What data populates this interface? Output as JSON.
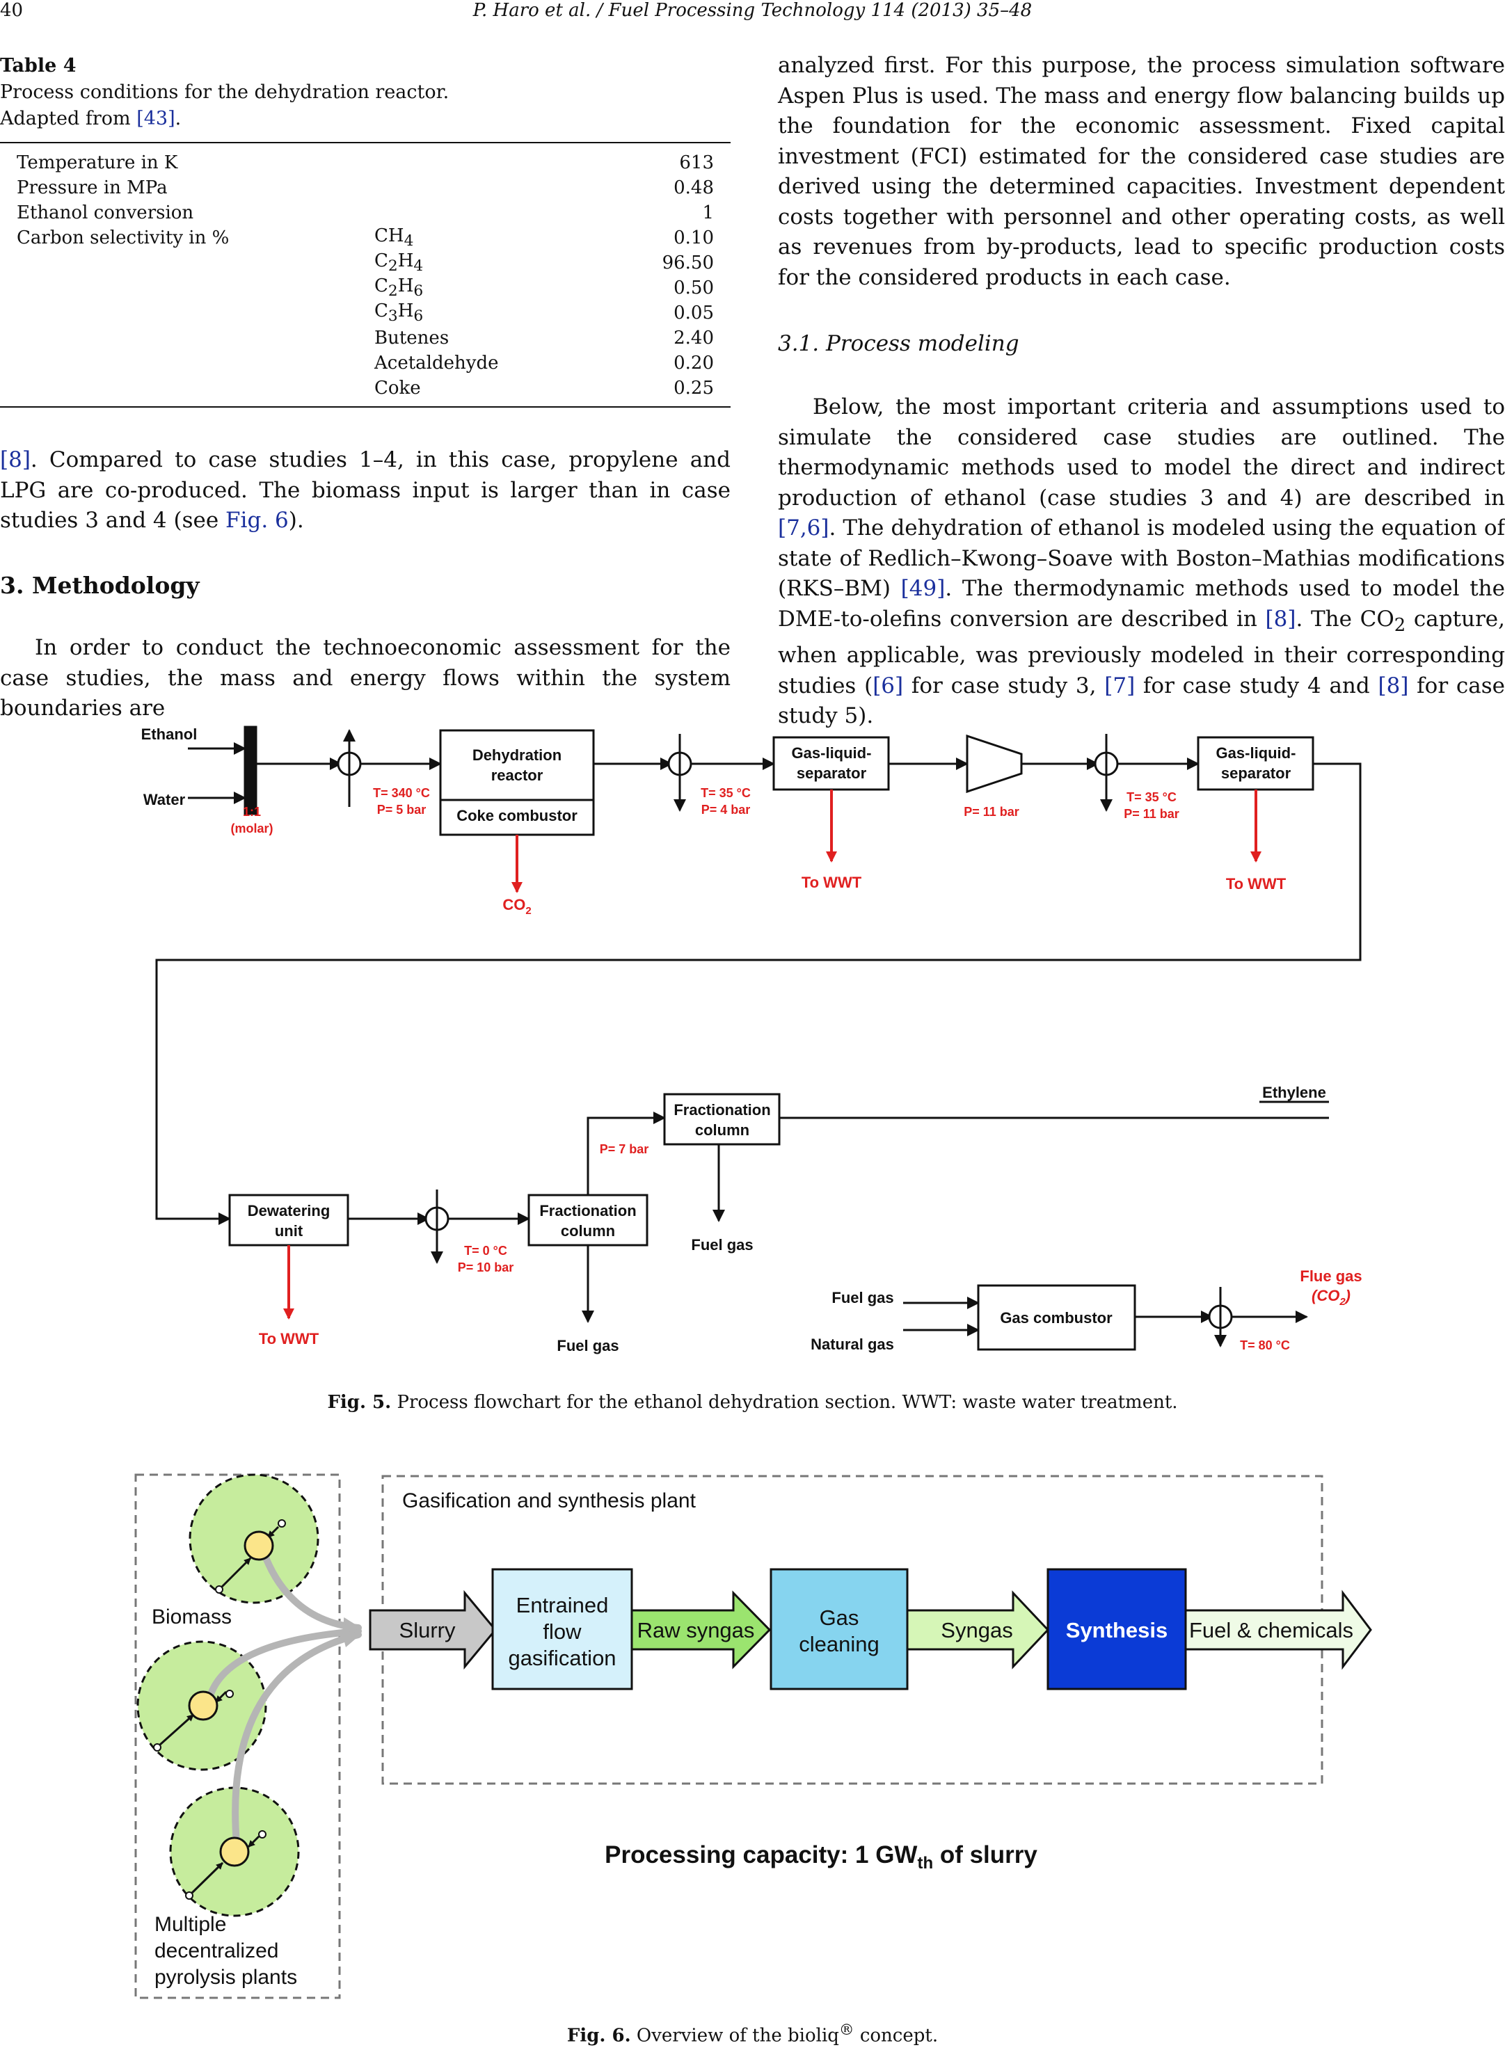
{
  "header": {
    "page_number": "40",
    "journal": "P. Haro et al. / Fuel Processing Technology 114 (2013) 35–48"
  },
  "table4": {
    "label": "Table 4",
    "title": "Process conditions for the dehydration reactor.",
    "adapted_prefix": "Adapted from ",
    "adapted_ref": "[43]",
    "adapted_suffix": ".",
    "rows": [
      {
        "param": "Temperature in K",
        "sub": "",
        "value": "613"
      },
      {
        "param": "Pressure in MPa",
        "sub": "",
        "value": "0.48"
      },
      {
        "param": "Ethanol conversion",
        "sub": "",
        "value": "1"
      },
      {
        "param": "Carbon selectivity in %",
        "sub": "CH4",
        "value": "0.10"
      },
      {
        "param": "",
        "sub": "C2H4",
        "value": "96.50"
      },
      {
        "param": "",
        "sub": "C2H6",
        "value": "0.50"
      },
      {
        "param": "",
        "sub": "C3H6",
        "value": "0.05"
      },
      {
        "param": "",
        "sub": "Butenes",
        "value": "2.40"
      },
      {
        "param": "",
        "sub": "Acetaldehyde",
        "value": "0.20"
      },
      {
        "param": "",
        "sub": "Coke",
        "value": "0.25"
      }
    ]
  },
  "left_col": {
    "para1_ref": "[8]",
    "para1_a": ". Compared to case studies 1–4, in this case, propylene and LPG are co-produced. The biomass input is larger than in case studies 3 and 4 (see ",
    "para1_fig": "Fig. 6",
    "para1_b": ").",
    "section_heading": "3. Methodology",
    "para2": "In order to conduct the technoeconomic assessment for the case studies, the mass and energy flows within the system boundaries are"
  },
  "right_col": {
    "para1": "analyzed first. For this purpose, the process simulation software Aspen Plus is used. The mass and energy flow balancing builds up the foundation for the economic assessment. Fixed capital investment (FCI) estimated for the considered case studies are derived using the determined capacities. Investment dependent costs together with personnel and other operating costs, as well as revenues from by-products, lead to specific production costs for the considered products in each case.",
    "subsection_heading": "3.1. Process modeling",
    "p2_a": "Below, the most important criteria and assumptions used to simulate the considered case studies are outlined. The thermodynamic methods used to model the direct and indirect production of ethanol (case studies 3 and 4) are described in ",
    "p2_ref1": "[7,6]",
    "p2_b": ". The dehydration of ethanol is modeled using the equation of state of Redlich–Kwong–Soave with Boston–Mathias modifications (RKS–BM) ",
    "p2_ref2": "[49]",
    "p2_c": ". The thermodynamic methods used to model the DME-to-olefins conversion are described in ",
    "p2_ref3": "[8]",
    "p2_d": ". The CO",
    "p2_sub": "2",
    "p2_e": " capture, when applicable, was previously modeled in their corresponding studies (",
    "p2_ref4": "[6]",
    "p2_f": " for case study 3, ",
    "p2_ref5": "[7]",
    "p2_g": " for case study 4 and ",
    "p2_ref6": "[8]",
    "p2_h": " for case study 5)."
  },
  "fig5": {
    "labels": {
      "ethanol": "Ethanol",
      "water": "Water",
      "ratio1": "1:1",
      "ratio2": "(molar)",
      "dehyd1": "Dehydration",
      "dehyd2": "reactor",
      "coke": "Coke combustor",
      "t340": "T= 340 °C",
      "p5": "P= 5 bar",
      "co2": "CO",
      "co2sub": "2",
      "t35a": "T= 35 °C",
      "p4": "P= 4 bar",
      "gls1a": "Gas-liquid-",
      "gls1b": "separator",
      "towwt": "To WWT",
      "p11": "P= 11 bar",
      "t35b": "T= 35 °C",
      "p11b": "P= 11 bar",
      "dew1": "Dewatering",
      "dew2": "unit",
      "t0": "T= 0 °C",
      "p10": "P= 10 bar",
      "frac1": "Fractionation",
      "frac2": "column",
      "fuelgas": "Fuel gas",
      "p7": "P= 7 bar",
      "ethylene": "Ethylene",
      "naturalgas": "Natural gas",
      "gascomb": "Gas combustor",
      "flue1": "Flue gas",
      "flue2": "(CO",
      "flue3": ")",
      "t80": "T= 80 °C"
    },
    "caption_label": "Fig. 5.",
    "caption_text": " Process flowchart for the ethanol dehydration section. WWT: waste water treatment."
  },
  "fig6": {
    "biomass": "Biomass",
    "multi1": "Multiple",
    "multi2": "decentralized",
    "multi3": "pyrolysis plants",
    "plant_title": "Gasification and synthesis plant",
    "slurry": "Slurry",
    "ef1": "Entrained",
    "ef2": "flow",
    "ef3": "gasification",
    "raw": "Raw syngas",
    "gc1": "Gas",
    "gc2": "cleaning",
    "syngas": "Syngas",
    "synthesis": "Synthesis",
    "fuel": "Fuel & chemicals",
    "cap_a": "Processing capacity: 1 GW",
    "cap_sub": "th",
    "cap_b": " of slurry",
    "caption_label": "Fig. 6.",
    "caption_text": " Overview of the bioliq",
    "caption_sup": "®",
    "caption_end": " concept."
  },
  "colors": {
    "red": "#e02020",
    "link": "#1a2f9c",
    "green_circle": "#c6ec9d",
    "syngas_blue": "#0b3bd6"
  }
}
